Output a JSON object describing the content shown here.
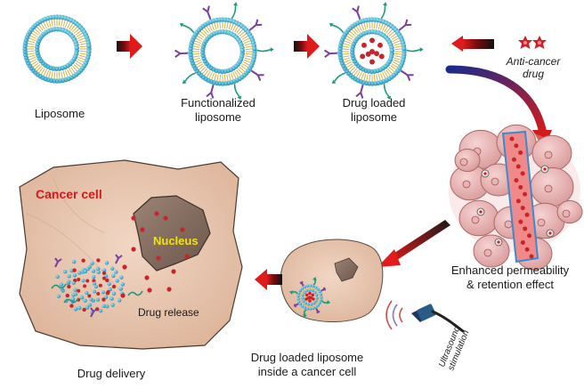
{
  "stages": {
    "liposome": "Liposome",
    "functionalized_1": "Functionalized",
    "functionalized_2": "liposome",
    "drug_loaded_1": "Drug loaded",
    "drug_loaded_2": "liposome",
    "anti_cancer_1": "Anti-cancer",
    "anti_cancer_2": "drug",
    "epr_1": "Enhanced permeability",
    "epr_2": "& retention effect",
    "inside_1": "Drug loaded liposome",
    "inside_2": "inside a cancer cell",
    "delivery": "Drug delivery"
  },
  "labels": {
    "cancer_cell": "Cancer cell",
    "nucleus": "Nucleus",
    "drug_release": "Drug release",
    "ultrasound_1": "Ultrasound",
    "ultrasound_2": "stimulation"
  },
  "colors": {
    "lipid_head": "#2aa6c9",
    "ligand": "#7b3f9e",
    "peg": "#1f9a7a",
    "drug": "#c8242a",
    "cell_fill": "#e9c9b4",
    "nucleus_fill": "#8a7163",
    "arrow_red": "#d41414"
  }
}
